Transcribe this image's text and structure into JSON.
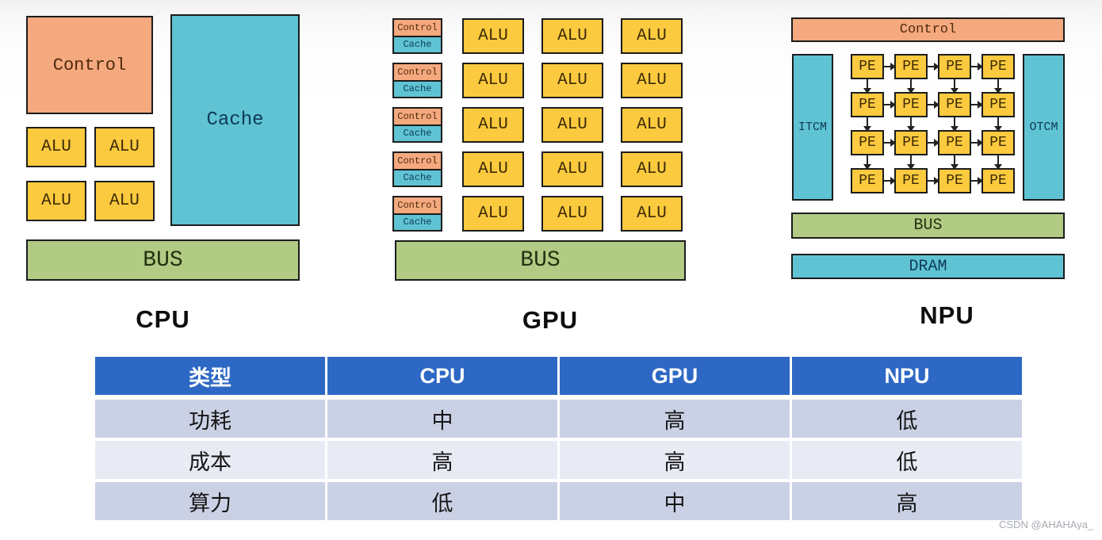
{
  "panels": {
    "cpu": {
      "label": "CPU",
      "control": "Control",
      "cache": "Cache",
      "alu": "ALU",
      "bus": "BUS",
      "alu_count": 4
    },
    "gpu": {
      "label": "GPU",
      "control": "Control",
      "cache": "Cache",
      "alu": "ALU",
      "bus": "BUS",
      "rows": 5,
      "alus_per_row": 3
    },
    "npu": {
      "label": "NPU",
      "control": "Control",
      "itcm": "ITCM",
      "otcm": "OTCM",
      "pe": "PE",
      "bus": "BUS",
      "dram": "DRAM",
      "pe_grid_rows": 4,
      "pe_grid_cols": 4
    }
  },
  "table": {
    "headers": [
      "类型",
      "CPU",
      "GPU",
      "NPU"
    ],
    "rows": [
      {
        "cells": [
          "功耗",
          "中",
          "高",
          "低"
        ]
      },
      {
        "cells": [
          "成本",
          "高",
          "高",
          "低"
        ]
      },
      {
        "cells": [
          "算力",
          "低",
          "中",
          "高"
        ]
      }
    ]
  },
  "watermark": "CSDN @AHAHAya_",
  "colors": {
    "control_fill": "#f5a97e",
    "compute_fill": "#fbca3e",
    "memory_fill": "#5fc3d3",
    "bus_fill": "#b1ca84",
    "table_header": "#2d68c4",
    "row_alt_dark": "#cbd1e5",
    "row_alt_light": "#e8eaf4"
  }
}
